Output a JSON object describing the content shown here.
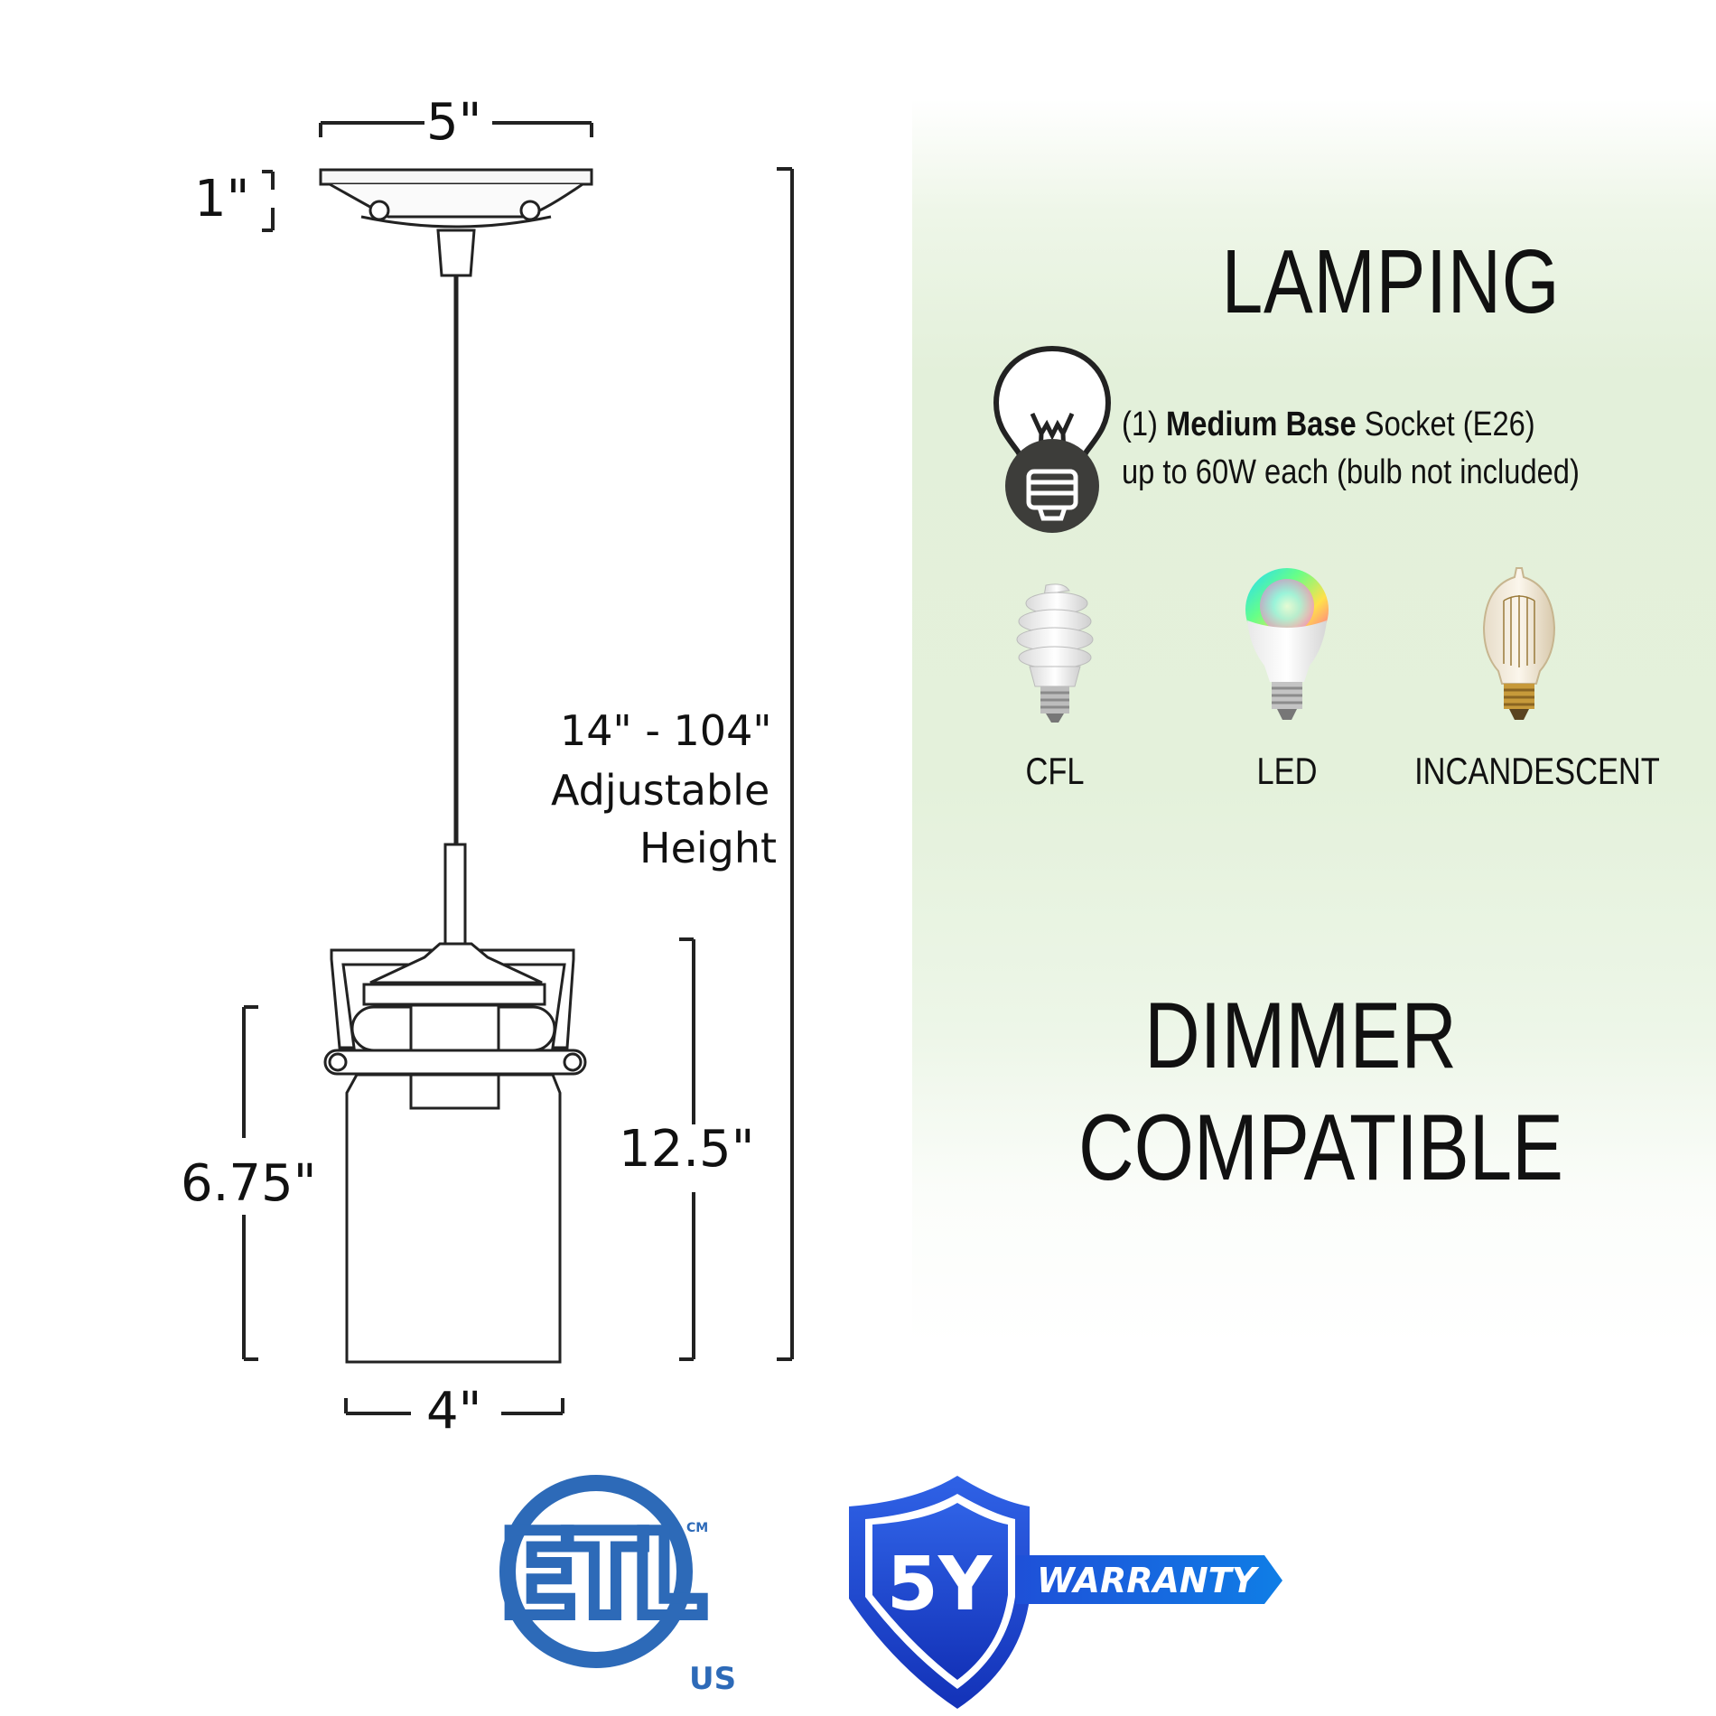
{
  "dimensions": {
    "canopy_width": "5\"",
    "canopy_height": "1\"",
    "overall_height_range": "14\" - 104\"",
    "overall_height_line2": "Adjustable",
    "overall_height_line3": "Height",
    "shade_height": "6.75\"",
    "fixture_height": "12.5\"",
    "shade_width": "4\""
  },
  "lamping": {
    "title": "LAMPING",
    "socket_count": "(1)",
    "socket_type_bold": "Medium Base",
    "socket_suffix": "Socket (E26)",
    "wattage_line": "up to 60W each (bulb not included)",
    "bulb_types": [
      {
        "label": "CFL",
        "icon": "cfl-bulb-icon"
      },
      {
        "label": "LED",
        "icon": "led-bulb-icon"
      },
      {
        "label": "INCANDESCENT",
        "icon": "incandescent-bulb-icon"
      }
    ]
  },
  "dimmer": {
    "line1": "DIMMER",
    "line2": "COMPATIBLE"
  },
  "certifications": {
    "etl_letters": "ETL",
    "etl_cm": "CM",
    "etl_us": "US",
    "warranty_years": "5Y",
    "warranty_label": "WARRANTY"
  },
  "colors": {
    "etl_blue": "#2d6ab8",
    "shield_blue": "#1d4fd6",
    "panel_green": "#e3f0da",
    "line_dark": "#222222"
  }
}
